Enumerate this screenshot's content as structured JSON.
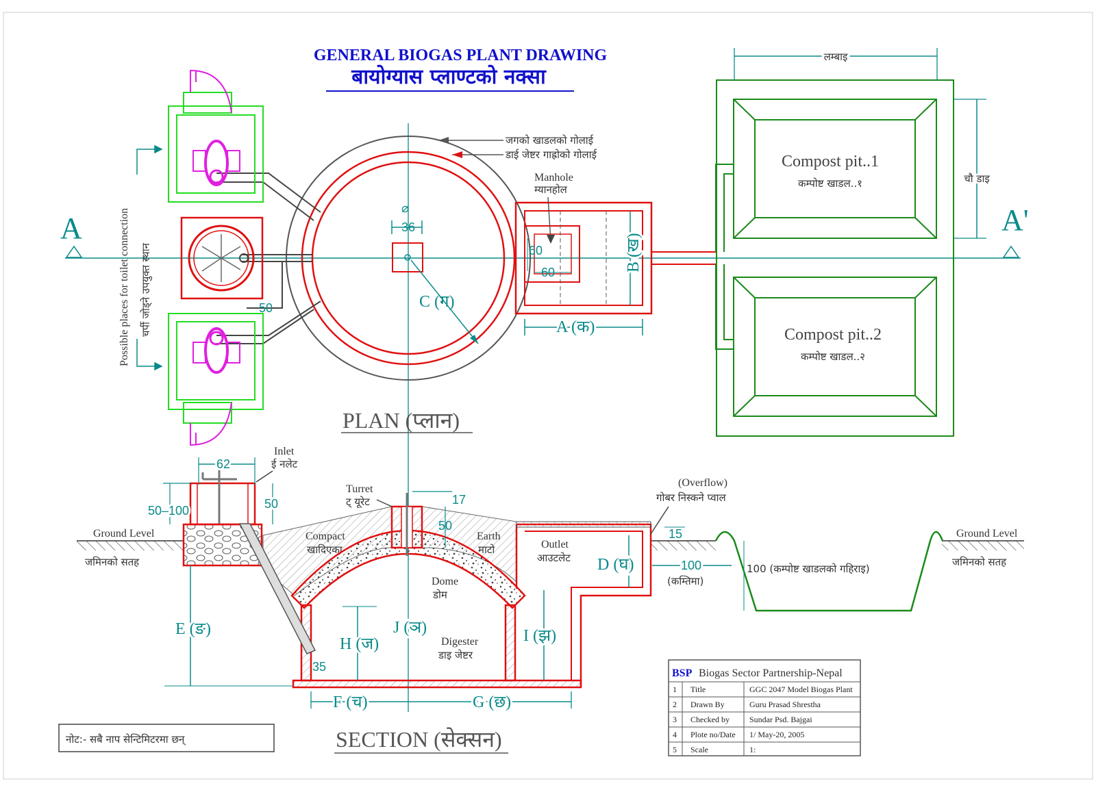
{
  "title": {
    "english": "GENERAL BIOGAS PLANT DRAWING",
    "nepali": "बायोग्यास प्लाण्टको नक्सा"
  },
  "section_marks": {
    "left": "A",
    "right": "A'"
  },
  "plan": {
    "heading": "PLAN (प्लान)",
    "toilet_label_en": "Possible places for toilet connection",
    "toilet_label_np": "चर्पी जोड्ने उपयुक्त स्थान",
    "pit_circle_label": "जगको खाडलको गोलाई",
    "digester_circle_label": "डाई जेष्टर गाह्रोको गोलाई",
    "manhole_en": "Manhole",
    "manhole_np": "म्यानहोल",
    "dims": {
      "d50": "50",
      "d36": "36",
      "c": "C (ग)",
      "a": "A (क)",
      "b": "B (ख)",
      "m60a": "60",
      "m60b": "60"
    },
    "compost1_en": "Compost pit..1",
    "compost1_np": "कम्पोष्ट खाडल..१",
    "compost2_en": "Compost pit..2",
    "compost2_np": "कम्पोष्ट खाडल..२",
    "length": "लम्बाइ",
    "width": "चौ डाइ"
  },
  "section": {
    "heading": "SECTION (सेक्सन)",
    "inlet_en": "Inlet",
    "inlet_np": "ई नलेट",
    "turret_en": "Turret",
    "turret_np": "ट् यूरेट",
    "overflow_en": "(Overflow)",
    "overflow_np": "गोबर निस्कने प्वाल",
    "ground_left_en": "Ground Level",
    "ground_left_np": "जमिनको सतह",
    "ground_right_en": "Ground Level",
    "ground_right_np": "जमिनको सतह",
    "compact_en": "Compact",
    "compact_np": "खादिएका",
    "earth_en": "Earth",
    "earth_np": "माटो",
    "outlet_en": "Outlet",
    "outlet_np": "आउटलेट",
    "dome_en": "Dome",
    "dome_np": "डोम",
    "digester_en": "Digester",
    "digester_np": "डाइ जेष्टर",
    "dims": {
      "d62": "62",
      "d50_100": "50–100",
      "d50a": "50",
      "d17": "17",
      "d50b": "50",
      "d15": "15",
      "d100": "100",
      "min": "(कम्तिमा)",
      "pit_depth": "100 (कम्पोष्ट खाडलको गहिराइ)",
      "d35": "35",
      "e": "E (ङ)",
      "h": "H (ज)",
      "j": "J (ञ)",
      "i": "I (झ)",
      "d": "D (घ)",
      "f": "F (च)",
      "g": "G (छ)"
    }
  },
  "note": "नोट:- सबै नाप सेन्टिमिटरमा छन्",
  "title_block": {
    "logo": "BSP",
    "org": "Biogas Sector Partnership-Nepal",
    "rows": [
      {
        "no": "1",
        "label": "Title",
        "value": "GGC 2047 Model Biogas Plant"
      },
      {
        "no": "2",
        "label": "Drawn By",
        "value": "Guru Prasad Shrestha"
      },
      {
        "no": "3",
        "label": "Checked by",
        "value": "Sundar Psd. Bajgai"
      },
      {
        "no": "4",
        "label": "Plote no/Date",
        "value": "1/ May-20, 2005"
      },
      {
        "no": "5",
        "label": "Scale",
        "value": "1:"
      }
    ]
  },
  "colors": {
    "red": "#e01010",
    "green": "#22bb22",
    "darkgreen": "#1a8a1a",
    "teal": "#0a8a8a",
    "magenta": "#e020e0",
    "blue": "#1111cc",
    "gray": "#555555"
  }
}
